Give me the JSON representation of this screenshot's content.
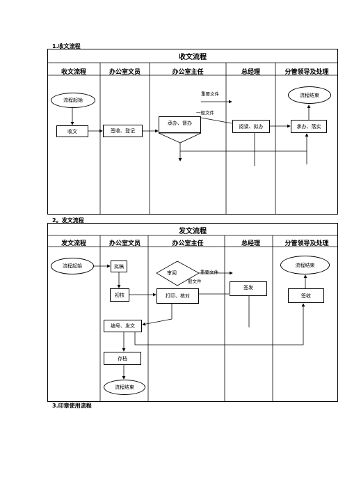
{
  "section1": {
    "heading": "1.收文流程",
    "table_title": "收文流程",
    "columns": [
      "收文流程",
      "办公室文员",
      "办公室主任",
      "总经理",
      "分管领导及处理"
    ],
    "nodes": {
      "start": "流程起始",
      "receive": "收文",
      "sign_register": "签收、登记",
      "handle_supervise": "承办、督办",
      "read_draft": "阅读、拟办",
      "undertake_implement": "承办、落实",
      "end": "流程结束"
    },
    "labels": {
      "important": "重要文件",
      "general": "一般文件"
    }
  },
  "section2": {
    "heading": "2。发文流程",
    "table_title": "发文流程",
    "columns": [
      "发文流程",
      "办公室文员",
      "办公室主任",
      "总经理",
      "分管领导及处理"
    ],
    "nodes": {
      "start": "流程起始",
      "draft": "拟稿",
      "initial_check": "初核",
      "review": "审阅",
      "print_check": "打印、核对",
      "sign_issue": "签发",
      "sign_receive": "签收",
      "number_send": "编号、发文",
      "archive": "存档",
      "end_left": "流程结束",
      "end_right": "流程结束"
    },
    "labels": {
      "important": "重要文件",
      "general": "般文件"
    }
  },
  "section3": {
    "heading": "3.印章使用流程"
  }
}
